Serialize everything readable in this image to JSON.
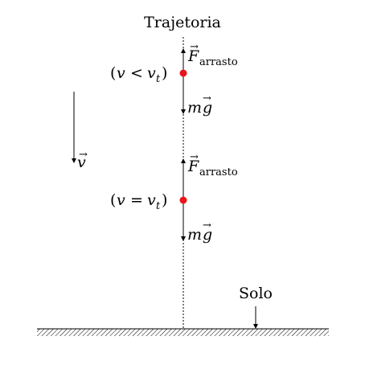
{
  "title": "Trajetoria",
  "ground_label": "Solo",
  "velocity_label": "v",
  "states": [
    {
      "open": "(",
      "left_var": "v",
      "relation": "<",
      "right_var": "v",
      "right_sub": "t",
      "close": ")",
      "drag_force": "F",
      "drag_sub": "arrasto",
      "weight_m": "m",
      "weight_g": "g"
    },
    {
      "open": "(",
      "left_var": "v",
      "relation": "=",
      "right_var": "v",
      "right_sub": "t",
      "close": ")",
      "drag_force": "F",
      "drag_sub": "arrasto",
      "weight_m": "m",
      "weight_g": "g"
    }
  ],
  "colors": {
    "particle": "#e8151b",
    "ink": "#000000"
  }
}
